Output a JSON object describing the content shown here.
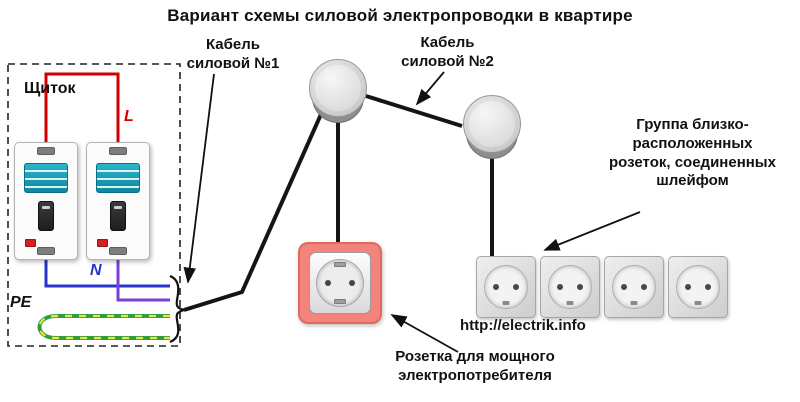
{
  "title": "Вариант схемы силовой электропроводки  в квартире",
  "panel": {
    "label": "Щиток",
    "phase_label": "L",
    "neutral_label": "N",
    "earth_label": "PE",
    "breaker_count": 2
  },
  "labels": {
    "cable1": [
      "Кабель",
      "силовой №1"
    ],
    "cable2": [
      "Кабель",
      "силовой №2"
    ],
    "socket_group": [
      "Группа близко-",
      "расположенных",
      "розеток, соединенных",
      "шлейфом"
    ],
    "power_socket": [
      "Розетка для мощного",
      "электропотребителя"
    ]
  },
  "watermark": "http://electrik.info",
  "components": {
    "junction_boxes": 2,
    "sockets_in_group": 4,
    "highlighted_sockets": 1
  },
  "colors": {
    "phase_wire": "#d40000",
    "neutral_wire": "#2733cc",
    "second_circuit_wire": "#7b3fd4",
    "earth_wire_green": "#2f9e3f",
    "earth_wire_yellow": "#f4e13a",
    "power_cable": "#151515",
    "highlight": "#f2847b"
  }
}
